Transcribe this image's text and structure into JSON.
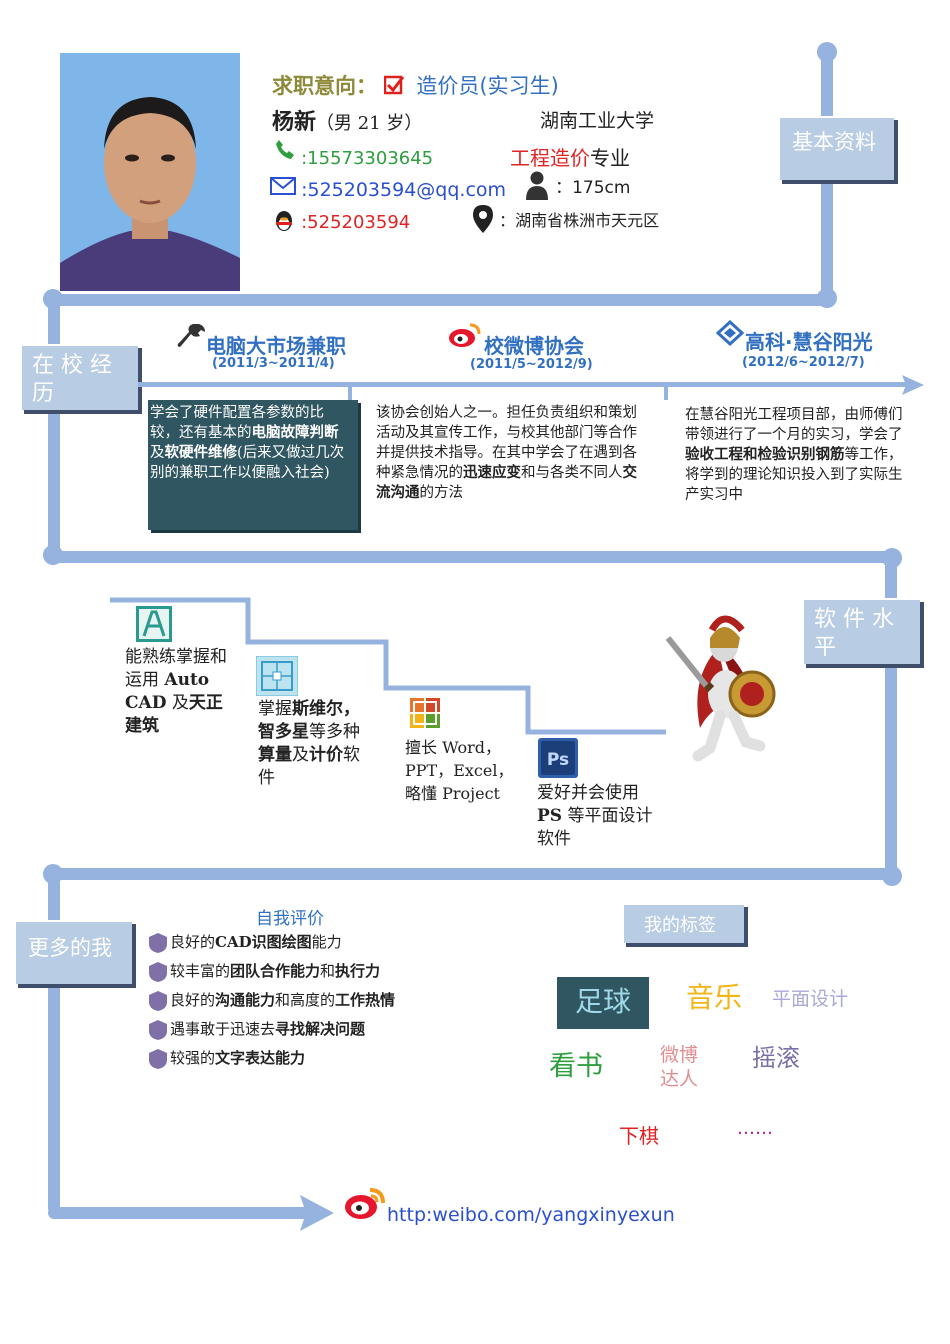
{
  "header": {
    "intent_label": "求职意向：",
    "intent_value": "造价员(实习生)",
    "name": "杨新",
    "gender_age": "（男 21 岁）",
    "school": "湖南工业大学",
    "phone": ":15573303645",
    "major_highlight": "工程造价",
    "major_suffix": "专业",
    "email": ":525203594@qq.com",
    "height": "：175cm",
    "qq": ":525203594",
    "location": "：湖南省株洲市天元区"
  },
  "sections": {
    "basic": "基本资料",
    "school": "在 校 经 历",
    "software": "软 件 水 平",
    "more": "更多的我"
  },
  "experience": [
    {
      "title": "电脑大市场兼职",
      "date": "(2011/3~2011/4)",
      "parts": [
        {
          "t": "学会了硬件配置各参数的比较，还有基本的",
          "b": false
        },
        {
          "t": "电脑故障判断",
          "b": true
        },
        {
          "t": "及",
          "b": false
        },
        {
          "t": "软硬件维修",
          "b": true
        },
        {
          "t": "(后来又做过几次别的兼职工作以便融入社会)",
          "b": false
        }
      ]
    },
    {
      "title": "校微博协会",
      "date": "(2011/5~2012/9)",
      "parts": [
        {
          "t": "该协会创始人之一。担任负责组织和策划活动及其宣传工作，与校其他部门等合作并提供技术指导。在其中学会了在遇到各种紧急情况的",
          "b": false
        },
        {
          "t": "迅速应变",
          "b": true
        },
        {
          "t": "和与各类不同人",
          "b": false
        },
        {
          "t": "交流沟通",
          "b": true
        },
        {
          "t": "的方法",
          "b": false
        }
      ]
    },
    {
      "title": "高科·慧谷阳光",
      "date": "(2012/6~2012/7)",
      "parts": [
        {
          "t": "在慧谷阳光工程项目部，由师傅们带领进行了一个月的实习，学会了",
          "b": false
        },
        {
          "t": "验收工程和检验识别钢筋",
          "b": true
        },
        {
          "t": "等工作，将学到的理论知识投入到了实际生产实习中",
          "b": false
        }
      ]
    }
  ],
  "software": [
    {
      "parts": [
        {
          "t": "能熟练掌握和运用 ",
          "b": false
        },
        {
          "t": "Auto CAD",
          "b": true
        },
        {
          "t": " 及",
          "b": false
        },
        {
          "t": "天正建筑",
          "b": true
        }
      ]
    },
    {
      "parts": [
        {
          "t": "掌握",
          "b": false
        },
        {
          "t": "斯维尔，智多星",
          "b": true
        },
        {
          "t": "等多种",
          "b": false
        },
        {
          "t": "算量",
          "b": true
        },
        {
          "t": "及",
          "b": false
        },
        {
          "t": "计价",
          "b": true
        },
        {
          "t": "软件",
          "b": false
        }
      ]
    },
    {
      "parts": [
        {
          "t": "擅长 Word，PPT，Excel，略懂 Project",
          "b": false
        }
      ]
    },
    {
      "parts": [
        {
          "t": "爱好并会使用 ",
          "b": false
        },
        {
          "t": "PS",
          "b": true
        },
        {
          "t": " 等平面设计软件",
          "b": false
        }
      ]
    }
  ],
  "self_eval": {
    "title": "自我评价",
    "items": [
      [
        {
          "t": "良好的",
          "b": false
        },
        {
          "t": "CAD识图绘图",
          "b": true
        },
        {
          "t": "能力",
          "b": false
        }
      ],
      [
        {
          "t": "较丰富的",
          "b": false
        },
        {
          "t": "团队合作能力",
          "b": true
        },
        {
          "t": "和",
          "b": false
        },
        {
          "t": "执行力",
          "b": true
        }
      ],
      [
        {
          "t": "良好的",
          "b": false
        },
        {
          "t": "沟通能力",
          "b": true
        },
        {
          "t": "和高度的",
          "b": false
        },
        {
          "t": "工作热情",
          "b": true
        }
      ],
      [
        {
          "t": "遇事敢于迅速去",
          "b": false
        },
        {
          "t": "寻找解决问题",
          "b": true
        }
      ],
      [
        {
          "t": "较强的",
          "b": false
        },
        {
          "t": "文字表达能力",
          "b": true
        }
      ]
    ]
  },
  "tags": {
    "title": "我的标签",
    "football": "足球",
    "music": "音乐",
    "design": "平面设计",
    "reading": "看书",
    "weibo1": "微博",
    "weibo2": "达人",
    "rock": "摇滚",
    "chess": "下棋",
    "more": "……"
  },
  "footer": {
    "weibo_url": "http:weibo.com/yangxinyexun"
  },
  "colors": {
    "track": "#95B3DE",
    "accent_blue": "#3270C2",
    "green": "#2E9E3E",
    "red": "#E02424",
    "teal_box": "#2F5661"
  }
}
